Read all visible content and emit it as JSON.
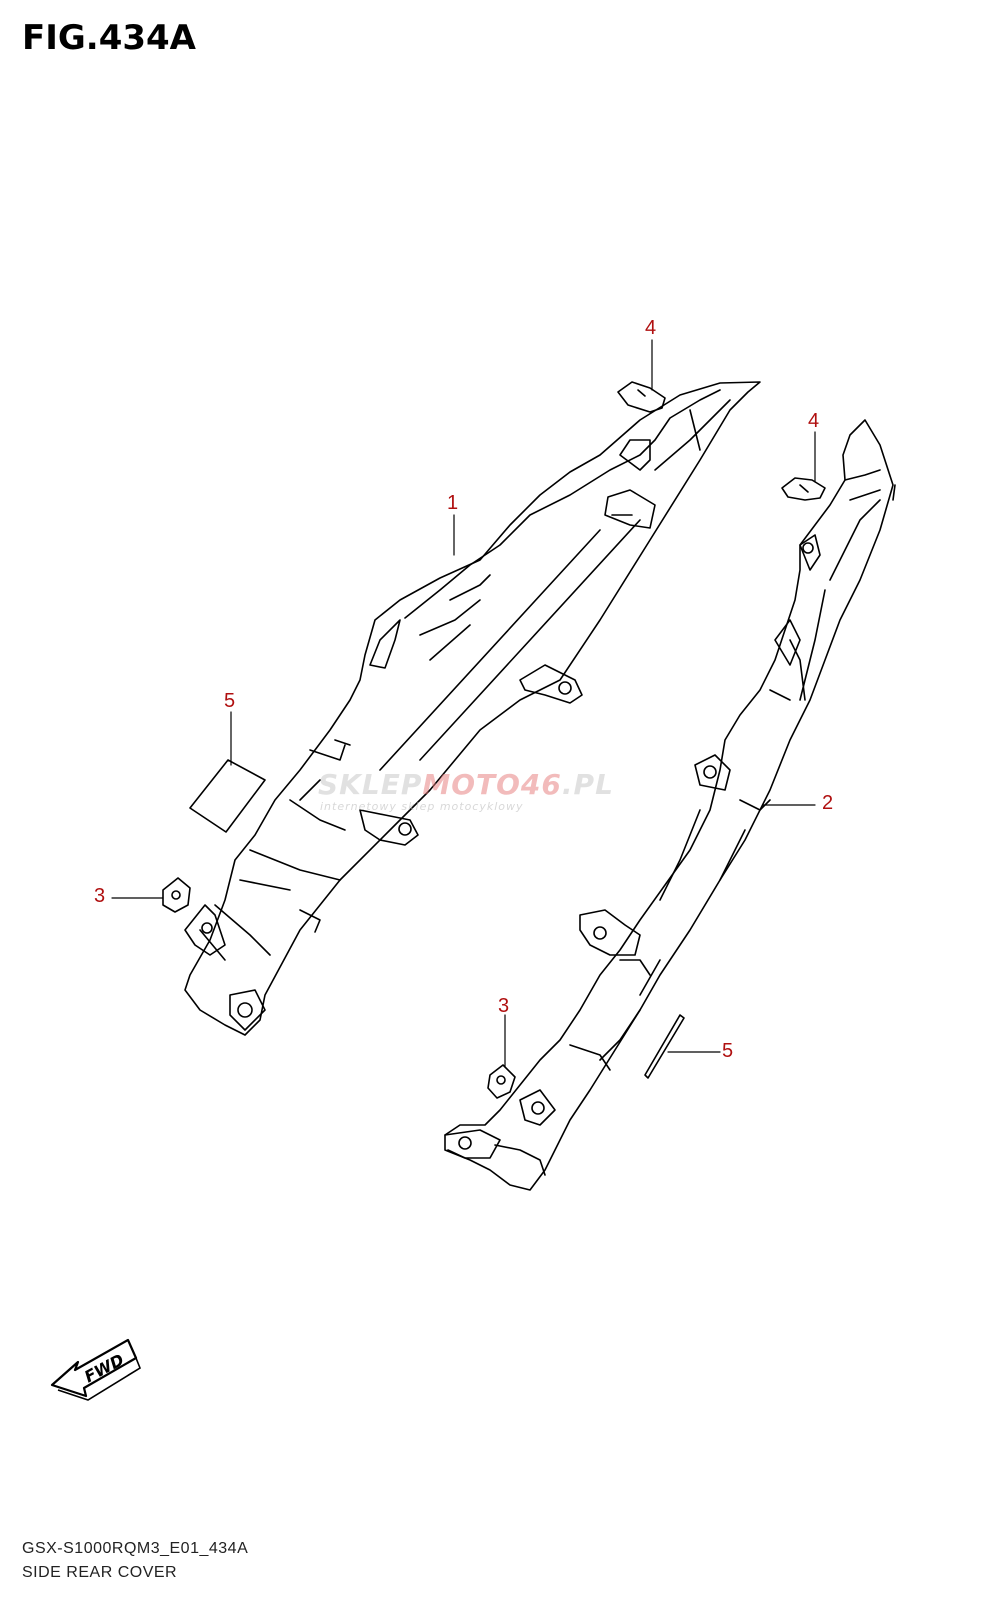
{
  "figure": {
    "title": "FIG.434A",
    "model_code": "GSX-S1000RQM3_E01_434A",
    "caption": "SIDE REAR COVER"
  },
  "callouts": [
    {
      "id": "part-1",
      "label": "1"
    },
    {
      "id": "part-2",
      "label": "2"
    },
    {
      "id": "part-3a",
      "label": "3"
    },
    {
      "id": "part-3b",
      "label": "3"
    },
    {
      "id": "part-4a",
      "label": "4"
    },
    {
      "id": "part-4b",
      "label": "4"
    },
    {
      "id": "part-5a",
      "label": "5"
    },
    {
      "id": "part-5b",
      "label": "5"
    }
  ],
  "direction_marker": {
    "text": "FWD",
    "icon": "fwd-arrow-icon"
  },
  "watermark": {
    "brand_a": "SKLEP",
    "brand_b": "MOTO46",
    "brand_c": ".PL",
    "tagline": "internetowy sklep motocyklowy"
  },
  "colors": {
    "line": "#000000",
    "callout": "#b01010"
  }
}
